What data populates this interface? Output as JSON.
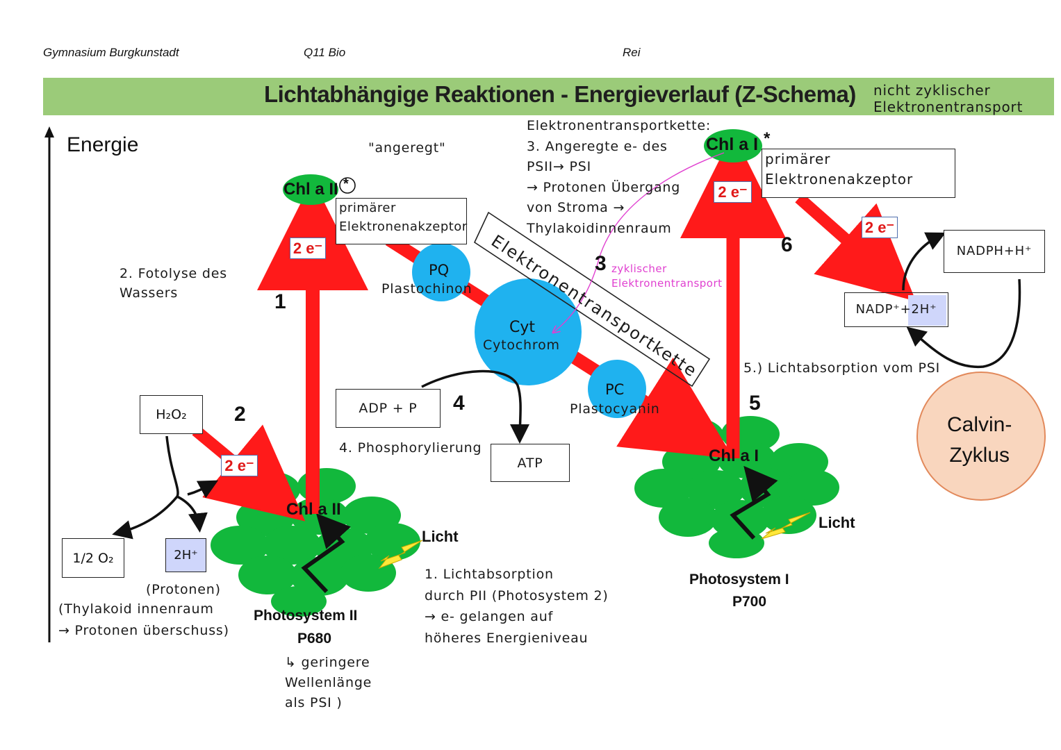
{
  "header": {
    "school": "Gymnasium Burgkunstadt",
    "course": "Q11 Bio",
    "teacher": "Rei"
  },
  "title": "Lichtabhängige Reaktionen - Energieverlauf (Z-Schema)",
  "legend": {
    "noncyclic_line1": "nicht zyklischer",
    "noncyclic_line2": "Elektronentransport"
  },
  "axis": {
    "energy_label": "Energie"
  },
  "labels": {
    "angeregt": "\"angeregt\"",
    "chl_a_ii_top": "Chl a II",
    "chl_a_ii_bottom": "Chl a II",
    "chl_a_i_top": "Chl a I",
    "chl_a_i_bottom": "Chl a I",
    "star": "*",
    "prim_acceptor_1_line1": "primärer",
    "prim_acceptor_1_line2": "Elektronenakzeptor",
    "prim_acceptor_2_line1": "primärer",
    "prim_acceptor_2_line2": "Elektronenakzeptor",
    "two_e": "2 e⁻",
    "pq": "PQ",
    "pq_name": "Plastochinon",
    "cyt": "Cyt",
    "cyt_name": "Cytochrom",
    "pc": "PC",
    "pc_name": "Plastocyanin",
    "etk_banner": "Elektronentransportkette",
    "cyclic_line1": "zyklischer",
    "cyclic_line2": "Elektronentransport",
    "h2o2": "H₂O₂",
    "half_o2": "1/2  O₂",
    "two_h": "2H⁺",
    "adp": "ADP + P",
    "atp": "ATP",
    "nadp": "NADP⁺+2H⁺",
    "nadph": "NADPH+H⁺",
    "calvin_line1": "Calvin-",
    "calvin_line2": "Zyklus",
    "licht_1": "Licht",
    "licht_2": "Licht",
    "ps2_name": "Photosystem II",
    "ps2_code": "P680",
    "ps1_name": "Photosystem I",
    "ps1_code": "P700"
  },
  "step_numbers": {
    "n1": "1",
    "n2": "2",
    "n3": "3",
    "n4": "4",
    "n5": "5",
    "n6": "6"
  },
  "notes": {
    "etk_heading": "Elektronentransportkette:",
    "etk_line1": "3. Angeregte e- des",
    "etk_line2": "PSII→ PSI",
    "etk_line3": "→ Protonen Übergang",
    "etk_line4": "von Stroma →",
    "etk_line5": "Thylakoidinnenraum",
    "fotolyse_line1": "2. Fotolyse des",
    "fotolyse_line2": "Wassers",
    "protonen": "(Protonen)",
    "thylakoid_line1": "(Thylakoid innenraum",
    "thylakoid_line2": "→ Protonen überschuss)",
    "phosphorylierung": "4. Phosphorylierung",
    "licht_abs_line1": "1. Lichtabsorption",
    "licht_abs_line2": "durch PII (Photosystem 2)",
    "licht_abs_line3": "→ e- gelangen auf",
    "licht_abs_line4": "höheres Energieniveau",
    "wellen_line1": "↳ geringere",
    "wellen_line2": "Wellenlänge",
    "wellen_line3": "als PSI )",
    "psi_abs": "5.) Lichtabsorption vom PSI"
  },
  "colors": {
    "title_bar": "#9bcb79",
    "arrow_red": "#ff1a1a",
    "chlorophyll_green": "#12b83c",
    "carrier_blue": "#1fb2ef",
    "calvin_fill": "#f9d6be",
    "calvin_border": "#e2895b",
    "cyclic_pink": "#e040d0",
    "lightning_yellow": "#ffe83a"
  }
}
